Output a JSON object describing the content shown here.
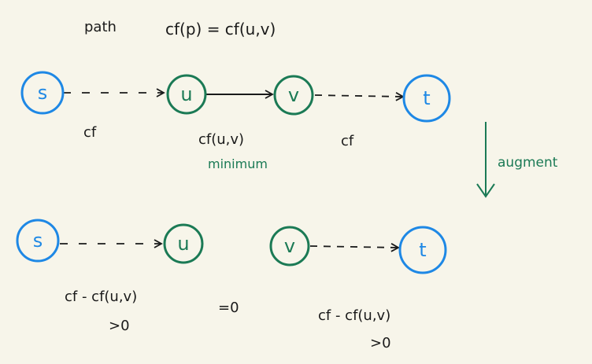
{
  "colors": {
    "background": "#f7f5ea",
    "source_sink": "#1e88e5",
    "middle": "#1b7a55",
    "ink": "#1a1a1a"
  },
  "header": {
    "path_label": "path",
    "formula": "cf(p) = cf(u,v)"
  },
  "top": {
    "nodes": {
      "s": "s",
      "u": "u",
      "v": "v",
      "t": "t"
    },
    "edge_left_label": "cf",
    "edge_mid_label": "cf(u,v)",
    "edge_mid_note": "minimum",
    "edge_right_label": "cf"
  },
  "augment": {
    "label": "augment"
  },
  "bottom": {
    "nodes": {
      "s": "s",
      "u": "u",
      "v": "v",
      "t": "t"
    },
    "left_label": "cf - cf(u,v)",
    "left_note": ">0",
    "removed_label": "=0",
    "right_label": "cf - cf(u,v)",
    "right_note": ">0"
  }
}
